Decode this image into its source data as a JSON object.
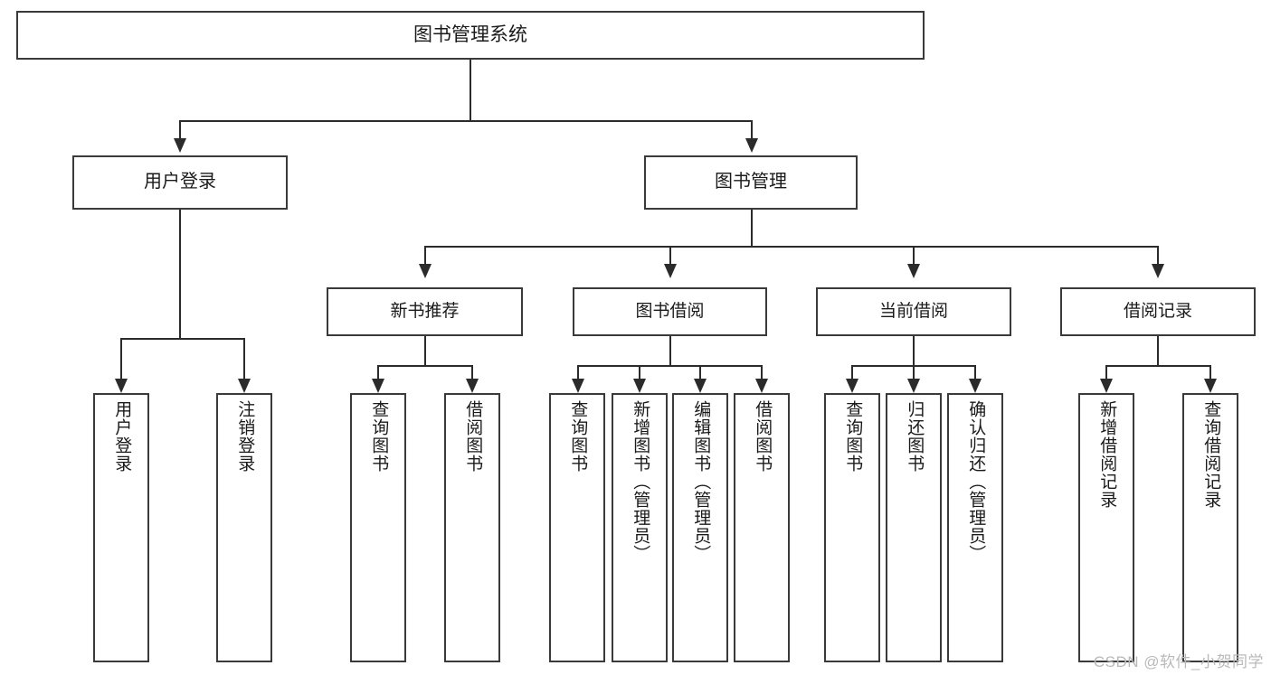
{
  "diagram": {
    "title": "图书管理系统",
    "type": "hierarchy-tree",
    "root": {
      "id": "root",
      "label": "图书管理系统"
    },
    "level2": [
      {
        "id": "user-login",
        "label": "用户登录"
      },
      {
        "id": "book-management",
        "label": "图书管理"
      }
    ],
    "level3": [
      {
        "id": "new-book-recommend",
        "label": "新书推荐",
        "parent": "book-management"
      },
      {
        "id": "book-borrow",
        "label": "图书借阅",
        "parent": "book-management"
      },
      {
        "id": "current-borrow",
        "label": "当前借阅",
        "parent": "book-management"
      },
      {
        "id": "borrow-record",
        "label": "借阅记录",
        "parent": "book-management"
      }
    ],
    "leaves": {
      "user-login": [
        {
          "id": "leaf-user-login",
          "label": "用户登录"
        },
        {
          "id": "leaf-user-logout",
          "label": "注销登录"
        }
      ],
      "new-book-recommend": [
        {
          "id": "leaf-query-book-1",
          "label": "查询图书"
        },
        {
          "id": "leaf-borrow-book-1",
          "label": "借阅图书"
        }
      ],
      "book-borrow": [
        {
          "id": "leaf-query-book-2",
          "label": "查询图书"
        },
        {
          "id": "leaf-add-book",
          "label": "新增图书（管理员）"
        },
        {
          "id": "leaf-edit-book",
          "label": "编辑图书（管理员）"
        },
        {
          "id": "leaf-borrow-book-2",
          "label": "借阅图书"
        }
      ],
      "current-borrow": [
        {
          "id": "leaf-query-book-3",
          "label": "查询图书"
        },
        {
          "id": "leaf-return-book",
          "label": "归还图书"
        },
        {
          "id": "leaf-confirm-return",
          "label": "确认归还（管理员）"
        }
      ],
      "borrow-record": [
        {
          "id": "leaf-add-record",
          "label": "新增借阅记录"
        },
        {
          "id": "leaf-query-record",
          "label": "查询借阅记录"
        }
      ]
    }
  },
  "watermark": {
    "text": "CSDN @软件_小贺同学"
  },
  "colors": {
    "box_border": "#3a3a3a",
    "connector": "#2b2b2b",
    "text": "#1a1a1a",
    "background": "#ffffff",
    "watermark": "#b9b9b9"
  }
}
